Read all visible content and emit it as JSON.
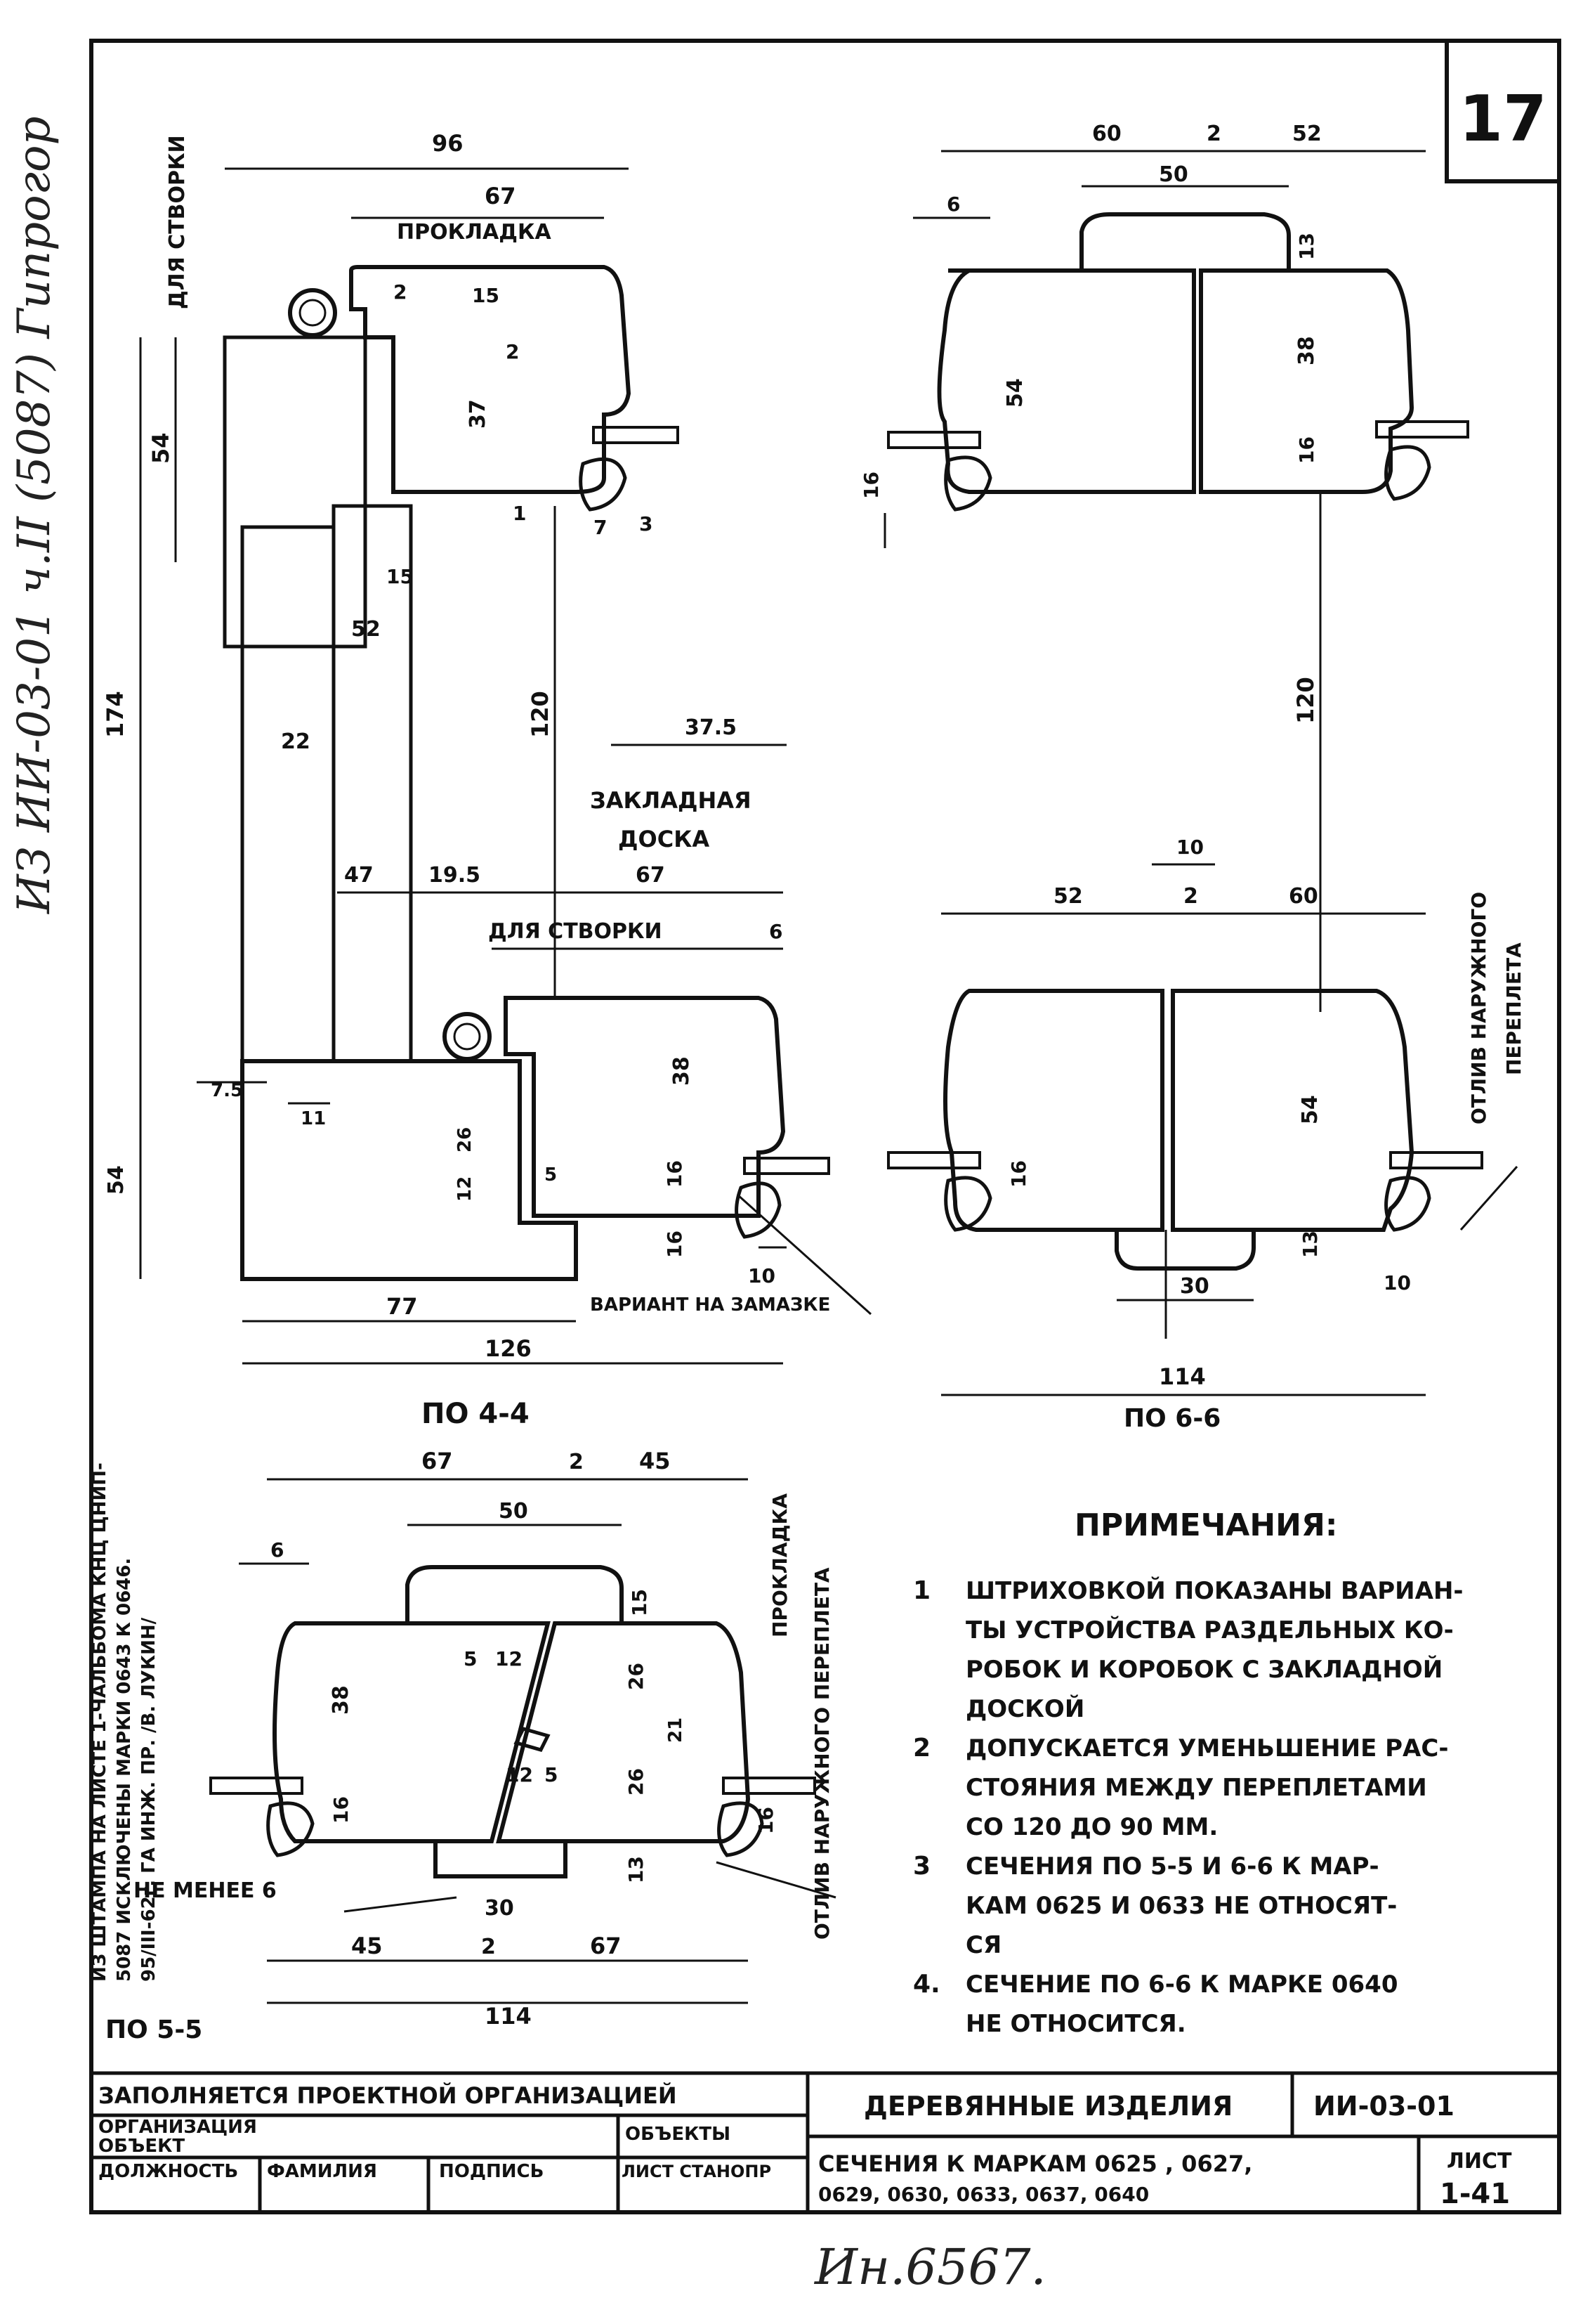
{
  "sheet": {
    "number": "17",
    "left_margin_note": "ИЗ ИИ-03-01 ч.II (5087) Гипрогор",
    "footer_handwritten": "Ин.6567.",
    "stamp_note_lines": [
      "ИЗ ШТАМПА НА ЛИСТЕ 1-ЧАЛЬБОМА КНЦ ЦНИП-",
      "5087 ИСКЛЮЧЕНЫ МАРКИ 0643 К 0646.",
      "95/III-62г. ГА ИНЖ. ПР. /В. ЛУКИН/"
    ]
  },
  "sections": {
    "s44": {
      "caption": "ПО 4-4",
      "label_for_sash_top": "ДЛЯ СТВОРКИ",
      "label_gasket": "ПРОКЛАДКА",
      "label_embedded_board": [
        "ЗАКЛАДНАЯ",
        "ДОСКА"
      ],
      "label_for_sash_bottom": "ДЛЯ СТВОРКИ",
      "label_putty": "ВАРИАНТ НА ЗАМАЗКЕ",
      "dims": {
        "d96": "96",
        "d67a": "67",
        "d2a": "2",
        "d15a": "15",
        "d2b": "2",
        "d37": "37",
        "d1": "1",
        "d7": "7",
        "d3": "3",
        "d54": "54",
        "d15b": "15",
        "d52": "52",
        "d174": "174",
        "d120": "120",
        "d375": "37.5",
        "d22": "22",
        "d47": "47",
        "d195": "19.5",
        "d67b": "67",
        "d6": "6",
        "d75": "7.5",
        "d11": "11",
        "d38": "38",
        "d26": "26",
        "d12": "12",
        "d5": "5",
        "d16a": "16",
        "d16b": "16",
        "d54b": "54",
        "d10": "10",
        "d77": "77",
        "d126": "126"
      }
    },
    "s66": {
      "caption": "ПО 6-6",
      "label_drip": [
        "ОТЛИВ НАРУЖНОГО",
        "ПЕРЕПЛЕТА"
      ],
      "dims": {
        "top60": "60",
        "top2": "2",
        "top52": "52",
        "top50": "50",
        "top6": "6",
        "top13": "13",
        "top54": "54",
        "top38": "38",
        "top16a": "16",
        "top16b": "16",
        "gap120": "120",
        "bot10": "10",
        "bot52": "52",
        "bot2": "2",
        "bot60": "60",
        "bot16": "16",
        "bot54": "54",
        "bot13": "13",
        "bot30": "30",
        "bot10b": "10",
        "bot114": "114"
      }
    },
    "s55": {
      "caption": "ПО 5-5",
      "label_gasket": "ПРОКЛАДКА",
      "label_drip": "ОТЛИВ НАРУЖНОГО ПЕРЕПЛЕТА",
      "label_min": "НЕ МЕНЕЕ 6",
      "dims": {
        "d67": "67",
        "d2": "2",
        "d45": "45",
        "d50": "50",
        "d6": "6",
        "d15": "15",
        "d38": "38",
        "d5": "5",
        "d12": "12",
        "d26a": "26",
        "d21": "21",
        "d12b": "12",
        "d5b": "5",
        "d26b": "26",
        "d16a": "16",
        "d16b": "16",
        "d13": "13",
        "d30": "30",
        "d45b": "45",
        "d2b": "2",
        "d67b": "67",
        "d114": "114"
      }
    }
  },
  "notes": {
    "title": "ПРИМЕЧАНИЯ:",
    "items": [
      {
        "num": "1",
        "lines": [
          "ШТРИХОВКОЙ ПОКАЗАНЫ ВАРИАН-",
          "ТЫ УСТРОЙСТВА РАЗДЕЛЬНЫХ КО-",
          "РОБОК И КОРОБОК С ЗАКЛАДНОЙ",
          "ДОСКОЙ"
        ]
      },
      {
        "num": "2",
        "lines": [
          "ДОПУСКАЕТСЯ УМЕНЬШЕНИЕ РАС-",
          "СТОЯНИЯ МЕЖДУ ПЕРЕПЛЕТАМИ",
          "СО 120 ДО 90 ММ."
        ]
      },
      {
        "num": "3",
        "lines": [
          "СЕЧЕНИЯ ПО 5-5 И 6-6 К МАР-",
          "КАМ 0625 И 0633 НЕ ОТНОСЯТ-",
          "СЯ"
        ]
      },
      {
        "num": "4.",
        "lines": [
          "СЕЧЕНИЕ ПО 6-6  К МАРКЕ 0640",
          "НЕ ОТНОСИТСЯ."
        ]
      }
    ]
  },
  "title_block": {
    "filled_by": "ЗАПОЛНЯЕТСЯ ПРОЕКТНОЙ ОРГАНИЗАЦИЕЙ",
    "org": "ОРГАНИЗАЦИЯ",
    "object": "ОБЪЕКТ",
    "position": "ДОЛЖНОСТЬ",
    "surname": "ФАМИЛИЯ",
    "signature": "ПОДПИСЬ",
    "objects": "ОБЪЕКТЫ",
    "sheet_no": "ЛИСТ СТАНОПР",
    "title": "ДЕРЕВЯННЫЕ ИЗДЕЛИЯ",
    "code": "ИИ-03-01",
    "subtitle_1": "СЕЧЕНИЯ К МАРКАМ 0625 , 0627,",
    "subtitle_2": "0629, 0630, 0633, 0637, 0640",
    "sheet_label": "ЛИСТ",
    "sheet_value": "1-41"
  }
}
